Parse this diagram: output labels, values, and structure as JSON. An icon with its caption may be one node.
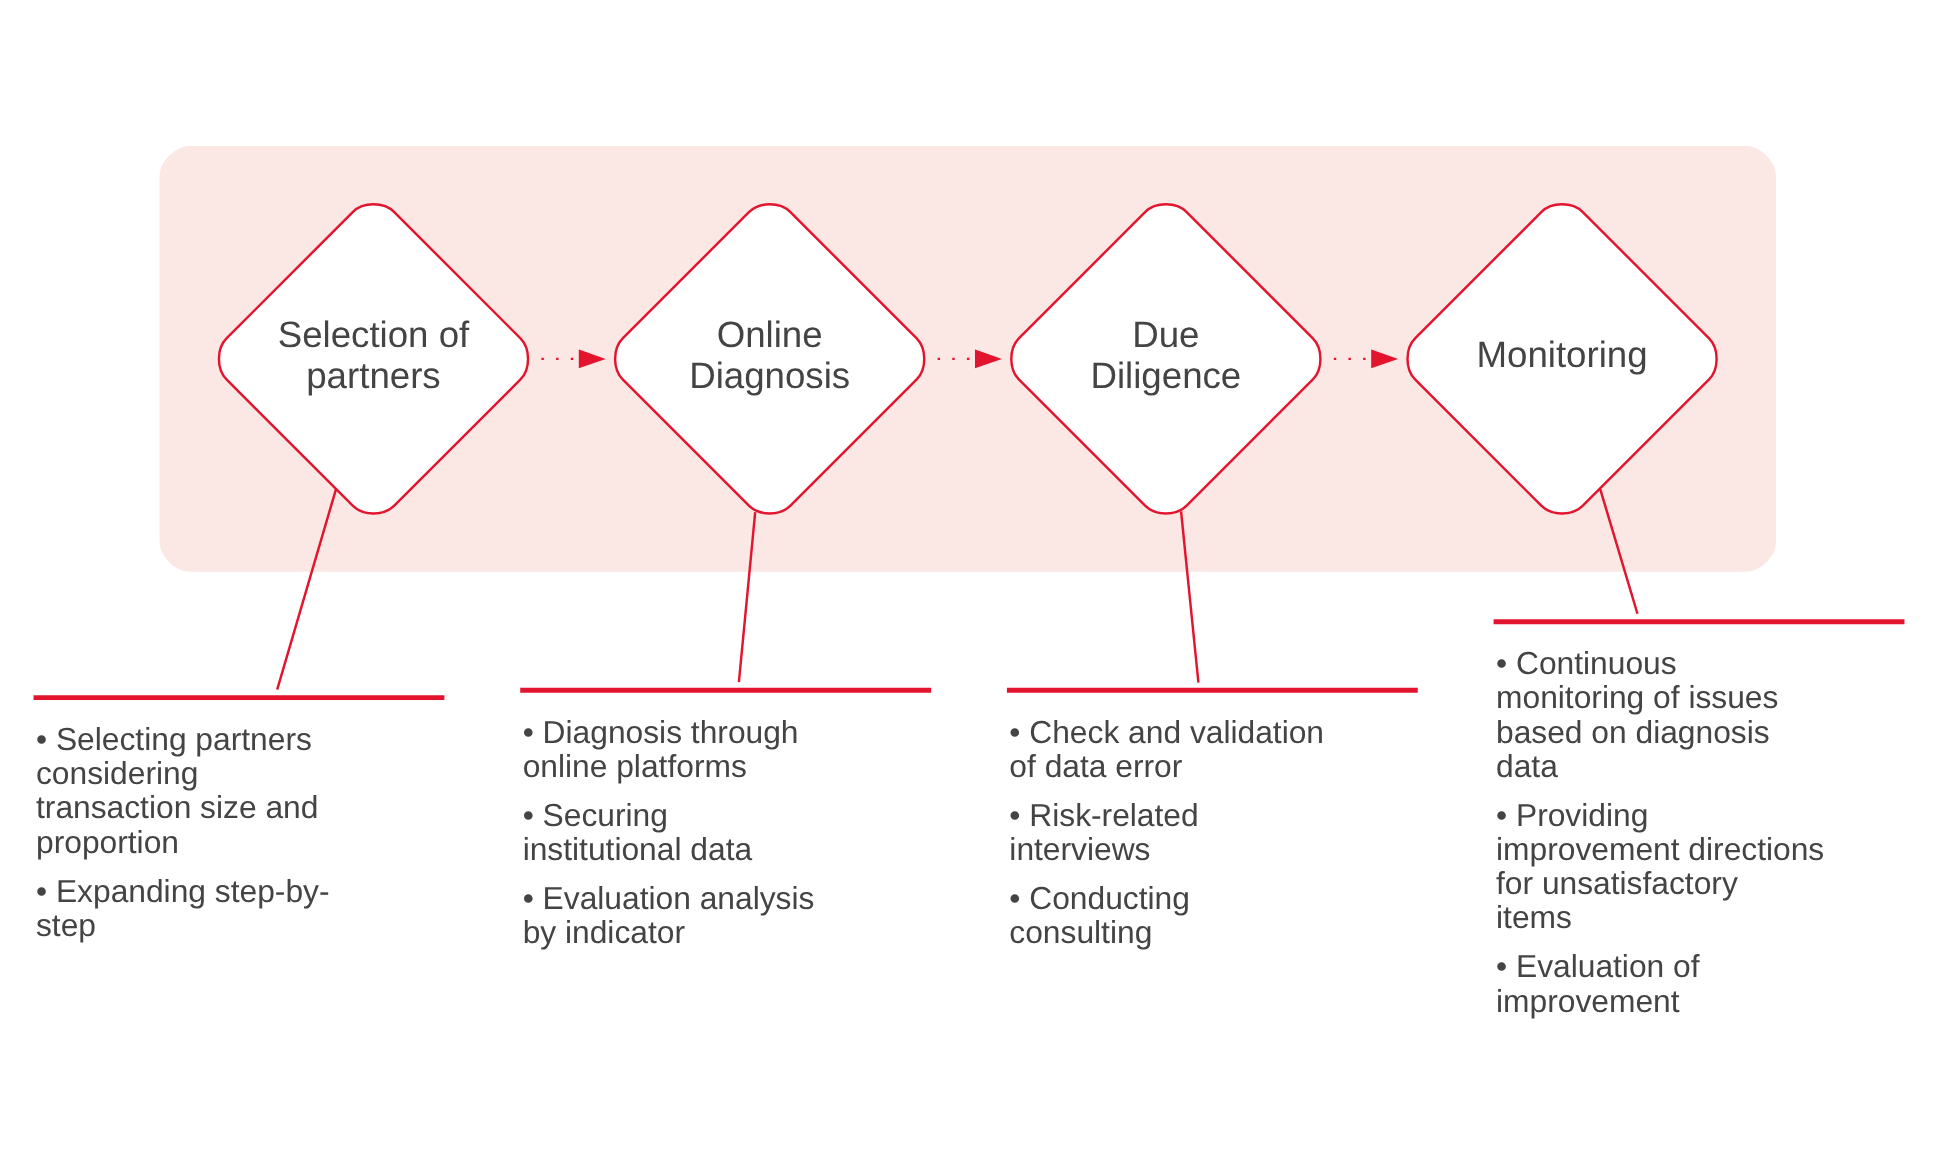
{
  "diagram": {
    "nodes": [
      {
        "text": [],
        "shape": "band"
      },
      {
        "text": [
          "Selection of partners"
        ],
        "in": 0
      },
      {
        "text": [
          "Online Diagnosis"
        ],
        "in": 0
      },
      {
        "text": [
          "Due Diligence"
        ],
        "in": 0
      },
      {
        "text": [
          "Monitoring"
        ],
        "in": 0
      },
      {
        "text": [
          "• Selecting partners considering transaction size and proportion",
          "• Expanding step-by-step"
        ]
      },
      {
        "text": [
          "• Diagnosis through online platforms",
          "• Securing institutional data",
          "• Evaluation analysis by indicator"
        ]
      },
      {
        "text": [
          "• Check and validation of data error",
          "• Risk-related interviews",
          "• Conducting consulting"
        ]
      },
      {
        "text": [
          "• Continuous monitoring of issues based on diagnosis data",
          "• Providing improvement directions for unsatisfactory items",
          "• Evaluation of improvement"
        ]
      }
    ],
    "edges": [
      {
        "from": 1,
        "to": 2,
        "arrow": "to",
        "style": "dashed"
      },
      {
        "from": 2,
        "to": 3,
        "arrow": "to",
        "style": "dashed"
      },
      {
        "from": 3,
        "to": 4,
        "arrow": "to",
        "style": "dashed"
      },
      {
        "from": 1,
        "to": 5,
        "arrow": "none"
      },
      {
        "from": 2,
        "to": 6,
        "arrow": "none"
      },
      {
        "from": 3,
        "to": 7,
        "arrow": "none"
      },
      {
        "from": 4,
        "to": 8,
        "arrow": "none"
      }
    ]
  }
}
